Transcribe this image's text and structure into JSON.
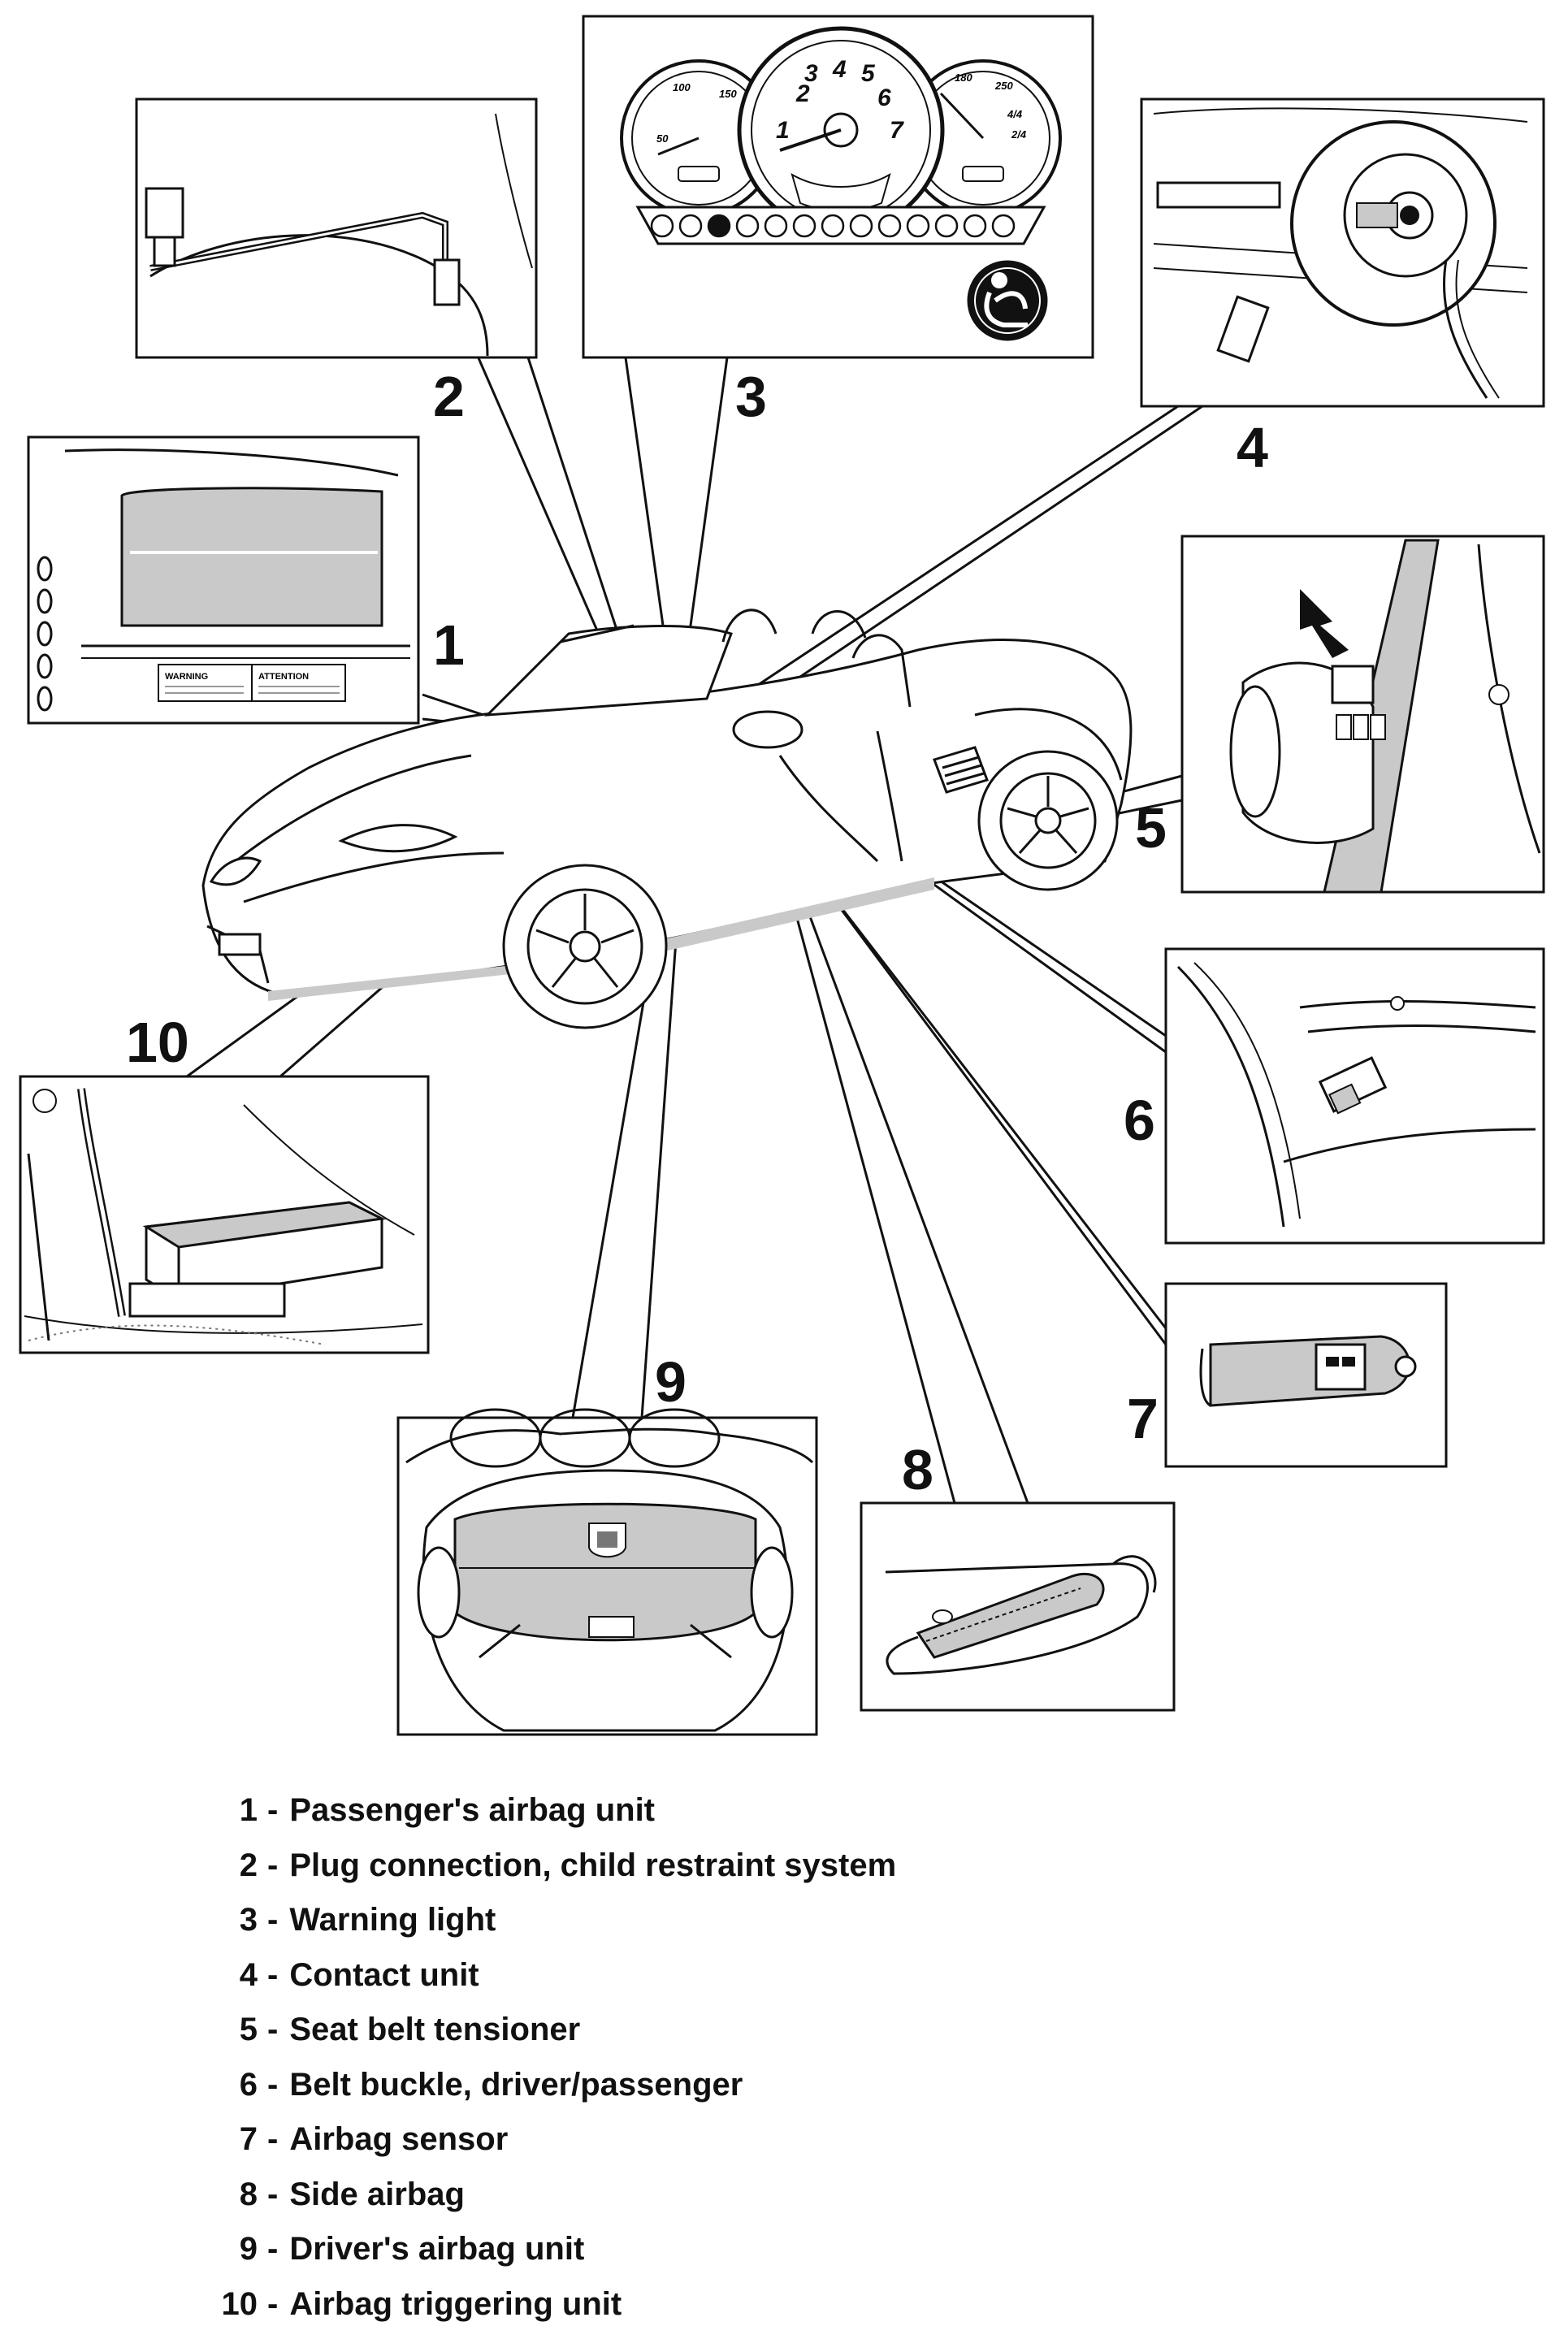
{
  "callouts": {
    "c1": "1",
    "c2": "2",
    "c3": "3",
    "c4": "4",
    "c5": "5",
    "c6": "6",
    "c7": "7",
    "c8": "8",
    "c9": "9",
    "c10": "10"
  },
  "panel_text": {
    "warning_label": "WARNING",
    "attention_label": "ATTENTION",
    "gauge_speed_100": "100",
    "gauge_speed_150": "150",
    "gauge_speed_50": "50",
    "rev_1": "1",
    "rev_2": "2",
    "rev_3": "3",
    "rev_4": "4",
    "rev_5": "5",
    "rev_6": "6",
    "rev_7": "7",
    "gauge_180": "180",
    "gauge_250": "250",
    "gauge_4_4": "4/4",
    "gauge_2_4": "2/4"
  },
  "legend": [
    {
      "num": "1",
      "text": "Passenger's airbag unit"
    },
    {
      "num": "2",
      "text": "Plug connection, child restraint system"
    },
    {
      "num": "3",
      "text": "Warning light"
    },
    {
      "num": "4",
      "text": "Contact unit"
    },
    {
      "num": "5",
      "text": "Seat belt tensioner"
    },
    {
      "num": "6",
      "text": "Belt buckle, driver/passenger"
    },
    {
      "num": "7",
      "text": "Airbag sensor"
    },
    {
      "num": "8",
      "text": "Side airbag"
    },
    {
      "num": "9",
      "text": "Driver's airbag unit"
    },
    {
      "num": "10",
      "text": "Airbag triggering unit"
    }
  ],
  "colors": {
    "line": "#111111",
    "panel_bg": "#ffffff",
    "shade": "#c9c9c9"
  }
}
